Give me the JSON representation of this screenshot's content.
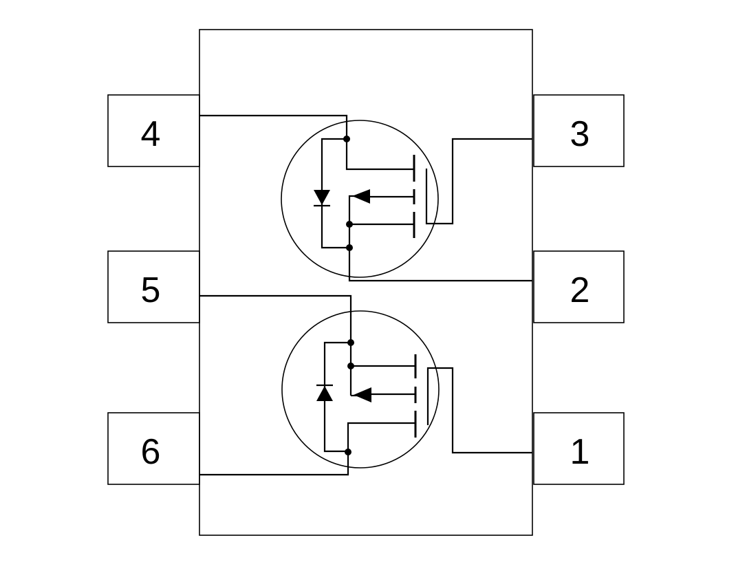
{
  "pins": {
    "pin_1": "1",
    "pin_2": "2",
    "pin_3": "3",
    "pin_4": "4",
    "pin_5": "5",
    "pin_6": "6"
  },
  "style": {
    "line_color": "#000000",
    "background": "#ffffff"
  }
}
